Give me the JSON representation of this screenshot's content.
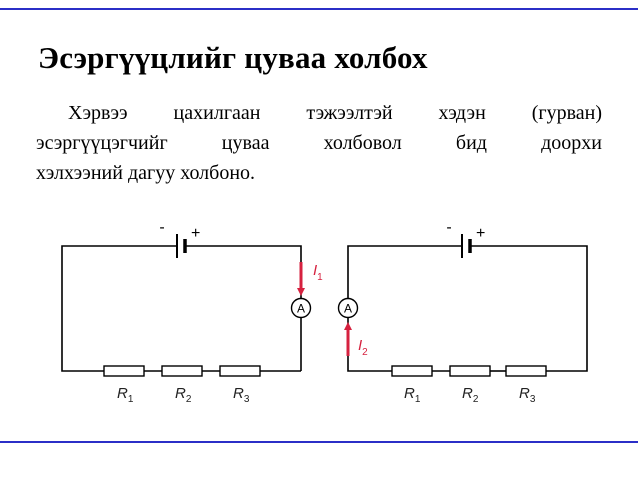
{
  "slide": {
    "title": "Эсэргүүцлийг цуваа холбох",
    "paragraph_lines": [
      "Хэрвээ цахилгаан тэжээлтэй хэдэн (гурван)",
      "эсэргүүцэгчийг цуваа холбовол бид доорхи",
      "хэлхээний дагуу холбоно."
    ]
  },
  "circuits": {
    "left": {
      "battery_minus": "-",
      "battery_plus": "+",
      "ammeter": "A",
      "current": {
        "symbol": "I",
        "subscript": "1"
      },
      "resistors": [
        {
          "symbol": "R",
          "subscript": "1"
        },
        {
          "symbol": "R",
          "subscript": "2"
        },
        {
          "symbol": "R",
          "subscript": "3"
        }
      ]
    },
    "right": {
      "battery_minus": "-",
      "battery_plus": "+",
      "ammeter": "A",
      "current": {
        "symbol": "I",
        "subscript": "2"
      },
      "resistors": [
        {
          "symbol": "R",
          "subscript": "1"
        },
        {
          "symbol": "R",
          "subscript": "2"
        },
        {
          "symbol": "R",
          "subscript": "3"
        }
      ]
    }
  },
  "colors": {
    "rule": "#2b2fc7",
    "current_arrow": "#d6213f",
    "wire": "#000000"
  }
}
